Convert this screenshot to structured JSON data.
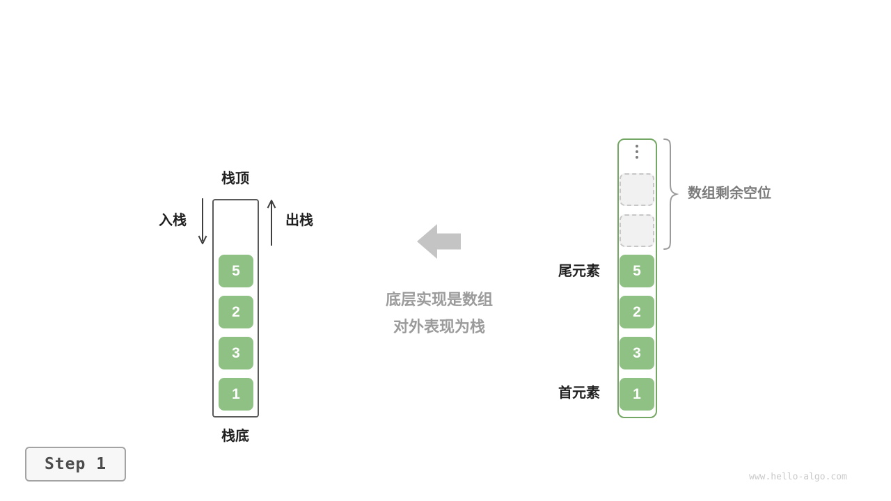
{
  "page": {
    "step_label": "Step 1",
    "watermark": "www.hello-algo.com"
  },
  "stack_view": {
    "top_label": "栈顶",
    "bottom_label": "栈底",
    "push_label": "入栈",
    "pop_label": "出栈",
    "values": [
      "5",
      "2",
      "3",
      "1"
    ]
  },
  "caption": {
    "line1": "底层实现是数组",
    "line2": "对外表现为栈"
  },
  "array_view": {
    "tail_label": "尾元素",
    "head_label": "首元素",
    "remaining_label": "数组剩余空位",
    "empty_slot_count": 2,
    "values": [
      "5",
      "2",
      "3",
      "1"
    ]
  },
  "colors": {
    "cell_green": "#8fc184",
    "array_border_green": "#74a763",
    "empty_slot_fill": "#f1f1f1",
    "empty_slot_border": "#c7c7c7",
    "block_arrow_gray": "#c4c4c4",
    "caption_gray": "#9b9b9b",
    "label_dark": "#1f1f1f"
  }
}
